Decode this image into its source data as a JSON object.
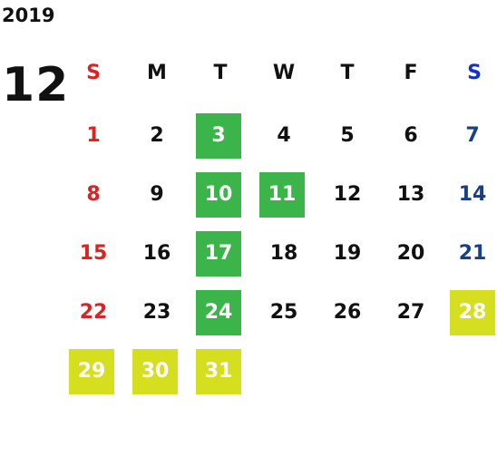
{
  "calendar": {
    "year": "2019",
    "month": "12",
    "weekdays": [
      "S",
      "M",
      "T",
      "W",
      "T",
      "F",
      "S"
    ],
    "days": [
      {
        "label": "1",
        "highlight": ""
      },
      {
        "label": "2",
        "highlight": ""
      },
      {
        "label": "3",
        "highlight": "green"
      },
      {
        "label": "4",
        "highlight": ""
      },
      {
        "label": "5",
        "highlight": ""
      },
      {
        "label": "6",
        "highlight": ""
      },
      {
        "label": "7",
        "highlight": ""
      },
      {
        "label": "8",
        "highlight": ""
      },
      {
        "label": "9",
        "highlight": ""
      },
      {
        "label": "10",
        "highlight": "green"
      },
      {
        "label": "11",
        "highlight": "green"
      },
      {
        "label": "12",
        "highlight": ""
      },
      {
        "label": "13",
        "highlight": ""
      },
      {
        "label": "14",
        "highlight": ""
      },
      {
        "label": "15",
        "highlight": ""
      },
      {
        "label": "16",
        "highlight": ""
      },
      {
        "label": "17",
        "highlight": "green"
      },
      {
        "label": "18",
        "highlight": ""
      },
      {
        "label": "19",
        "highlight": ""
      },
      {
        "label": "20",
        "highlight": ""
      },
      {
        "label": "21",
        "highlight": ""
      },
      {
        "label": "22",
        "highlight": ""
      },
      {
        "label": "23",
        "highlight": ""
      },
      {
        "label": "24",
        "highlight": "green"
      },
      {
        "label": "25",
        "highlight": ""
      },
      {
        "label": "26",
        "highlight": ""
      },
      {
        "label": "27",
        "highlight": ""
      },
      {
        "label": "28",
        "highlight": "yellow"
      },
      {
        "label": "29",
        "highlight": "yellow"
      },
      {
        "label": "30",
        "highlight": "yellow"
      },
      {
        "label": "31",
        "highlight": "yellow"
      }
    ]
  },
  "colors": {
    "sunday_text": "#dd2222",
    "saturday_text": "#173f8c",
    "saturday_header": "#1133cc",
    "highlight_green": "#3bb44a",
    "highlight_yellow": "#d5df1f"
  }
}
